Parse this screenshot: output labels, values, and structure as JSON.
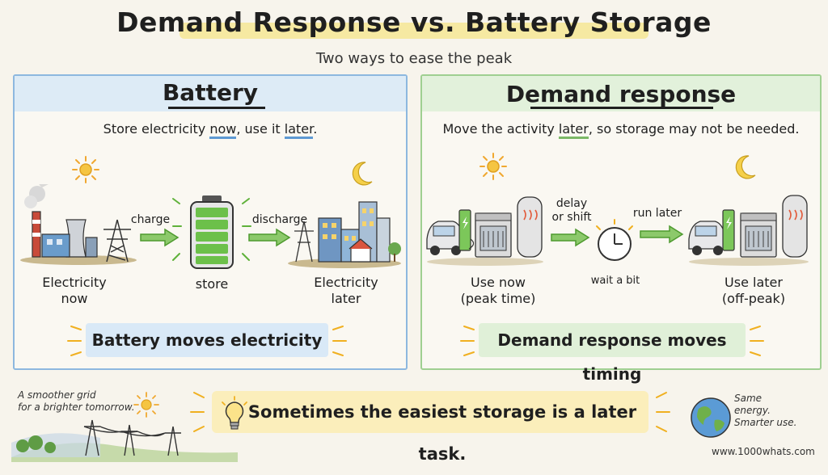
{
  "title": "Demand Response vs. Battery Storage",
  "subtitle": "Two ways to ease the peak",
  "battery": {
    "heading": "Battery",
    "desc_a": "Store electricity ",
    "desc_now": "now",
    "desc_b": ", use it ",
    "desc_later": "later",
    "desc_c": ".",
    "arrow1_label": "charge",
    "arrow2_label": "discharge",
    "item1_label_l1": "Electricity",
    "item1_label_l2": "now",
    "item2_label": "store",
    "item3_label_l1": "Electricity",
    "item3_label_l2": "later",
    "summary": "Battery moves electricity"
  },
  "demand": {
    "heading": "Demand response",
    "desc_a": "Move the activity ",
    "desc_later": "later",
    "desc_b": ", so storage may not be needed.",
    "arrow1_label_l1": "delay",
    "arrow1_label_l2": "or shift",
    "arrow2_label": "run later",
    "item1_label_l1": "Use now",
    "item1_label_l2": "(peak time)",
    "item2_label": "wait a bit",
    "item3_label_l1": "Use later",
    "item3_label_l2": "(off-peak)",
    "summary": "Demand response moves timing"
  },
  "footer": {
    "left_note_l1": "A smoother grid",
    "left_note_l2": "for a brighter tomorrow.",
    "tagline": "Sometimes the easiest storage is a later task.",
    "right_note_l1": "Same",
    "right_note_l2": "energy.",
    "right_note_l3": "Smarter use.",
    "website": "www.1000whats.com"
  },
  "colors": {
    "battery_accent": "#5d99d3",
    "demand_accent": "#7bb866",
    "highlight": "#f6e58a",
    "arrow_green": "#6fbf4f"
  },
  "icons": [
    "sun-icon",
    "moon-icon",
    "factory-icon",
    "power-tower-icon",
    "battery-icon",
    "city-icon",
    "car-icon",
    "charger-icon",
    "dishwasher-icon",
    "water-heater-icon",
    "clock-icon",
    "lightbulb-icon",
    "globe-icon"
  ]
}
